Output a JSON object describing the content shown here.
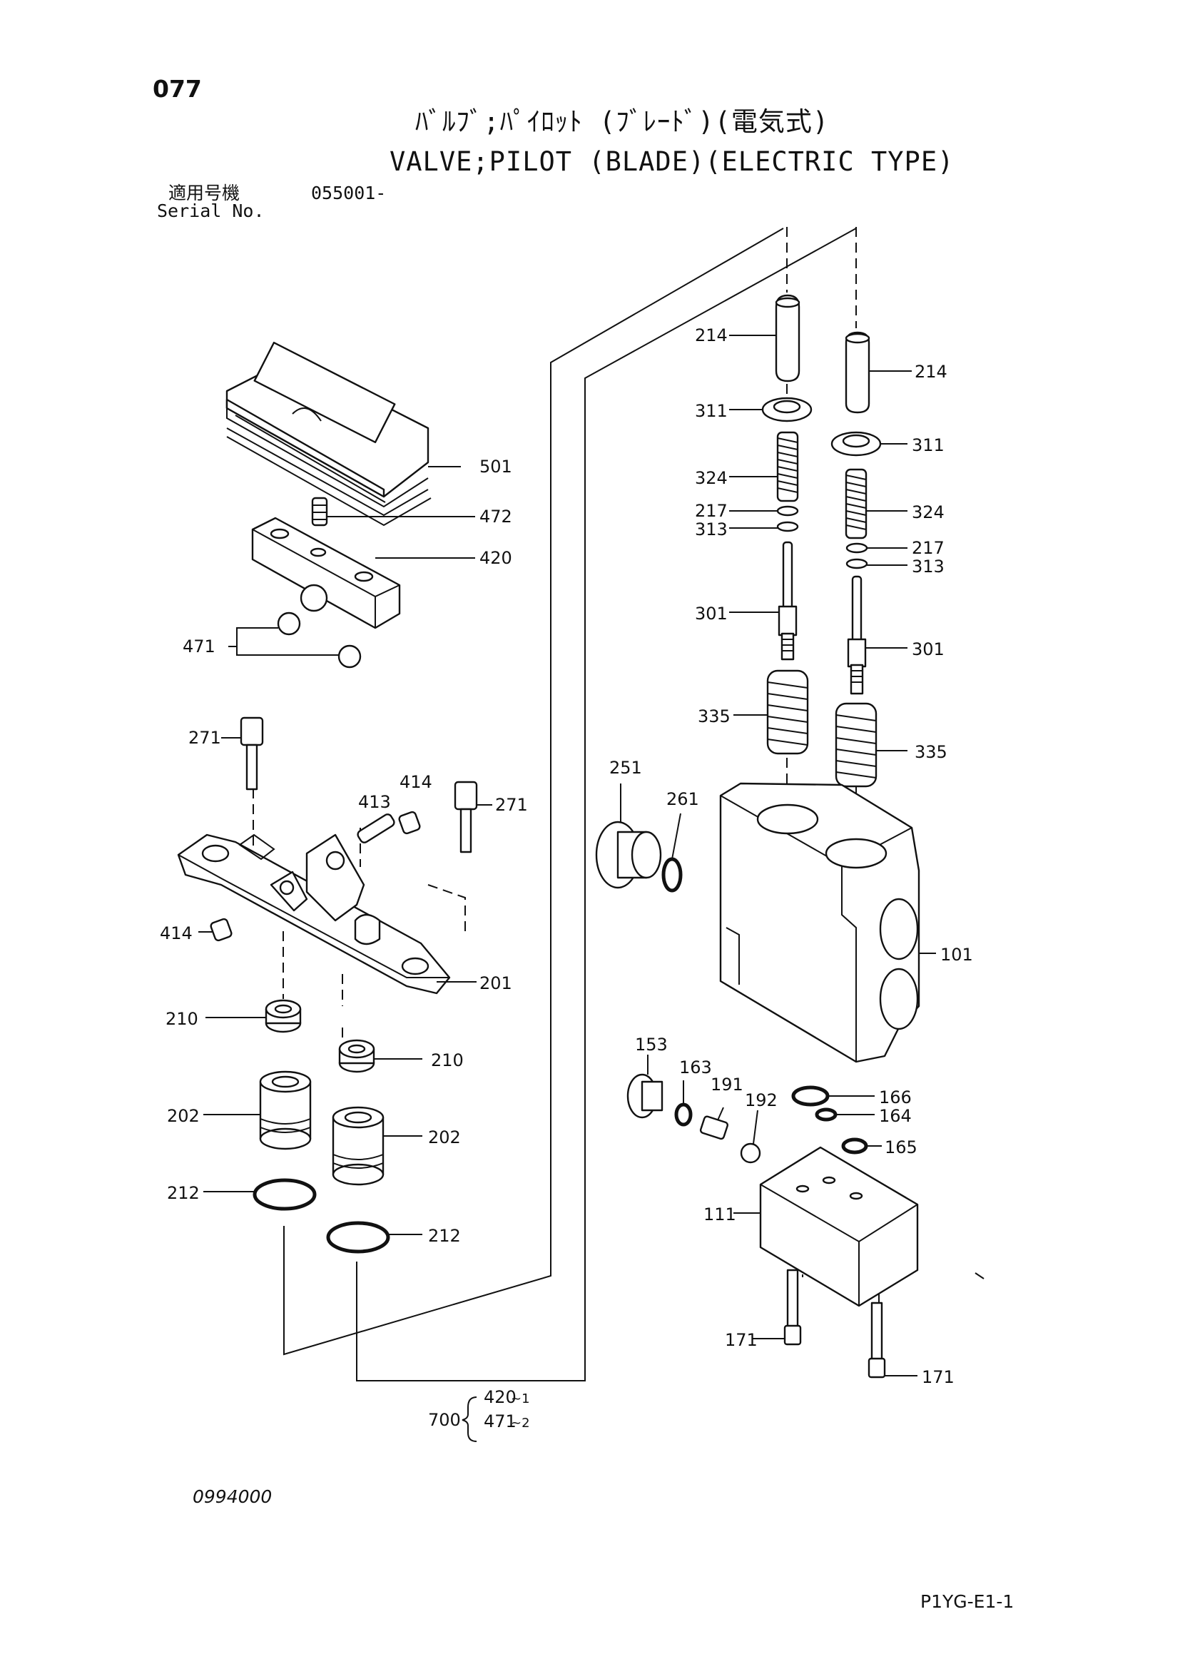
{
  "page_number": "077",
  "title": {
    "japanese": "ﾊﾞﾙﾌﾞ;ﾊﾟｲﾛｯﾄ (ﾌﾞﾚｰﾄﾞ)(電気式)",
    "english": "VALVE;PILOT (BLADE)(ELECTRIC TYPE)"
  },
  "serial": {
    "label_ja": "適用号機",
    "label_en": "Serial No.",
    "value": "055001-"
  },
  "callouts": {
    "c214a": "214",
    "c214b": "214",
    "c311a": "311",
    "c311b": "311",
    "c324a": "324",
    "c324b": "324",
    "c217a": "217",
    "c217b": "217",
    "c313a": "313",
    "c313b": "313",
    "c301a": "301",
    "c301b": "301",
    "c335a": "335",
    "c335b": "335",
    "c501": "501",
    "c472": "472",
    "c420": "420",
    "c471": "471",
    "c271a": "271",
    "c271b": "271",
    "c413": "413",
    "c414a": "414",
    "c414b": "414",
    "c201": "201",
    "c210a": "210",
    "c210b": "210",
    "c202a": "202",
    "c202b": "202",
    "c212a": "212",
    "c212b": "212",
    "c251": "251",
    "c261": "261",
    "c101": "101",
    "c153": "153",
    "c163": "163",
    "c191": "191",
    "c192": "192",
    "c166": "166",
    "c164": "164",
    "c165": "165",
    "c111": "111",
    "c171a": "171",
    "c171b": "171"
  },
  "kit": {
    "number": "700",
    "items": [
      "420",
      "471"
    ],
    "suffixes": [
      "~1",
      "~2"
    ]
  },
  "drawing_number": "0994000",
  "page_code": "P1YG-E1-1"
}
